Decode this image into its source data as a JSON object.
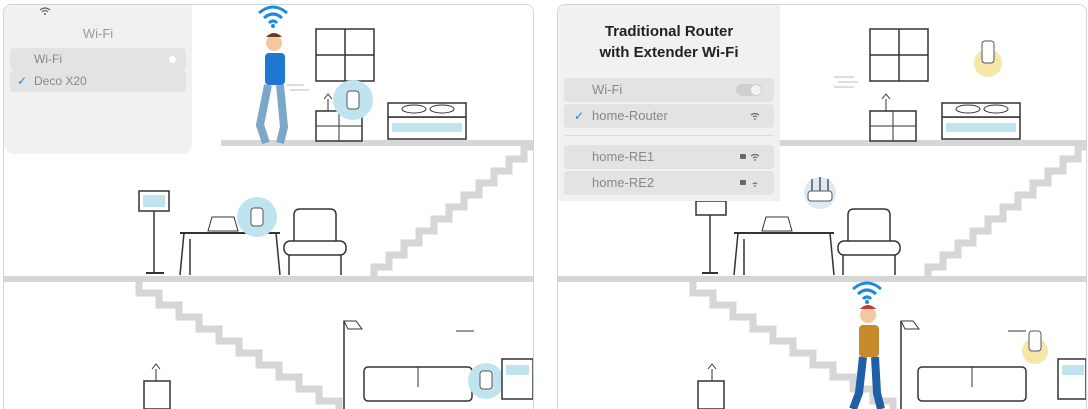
{
  "left_panel": {
    "menu": {
      "title": "Wi-Fi",
      "items": [
        {
          "label": "Wi-Fi",
          "checked": false
        },
        {
          "label": "Deco X20",
          "checked": true
        }
      ]
    }
  },
  "right_panel": {
    "menu": {
      "title_line1": "Traditional Router",
      "title_line2": "with Extender Wi-Fi",
      "toggle_label": "Wi-Fi",
      "connected": {
        "label": "home-Router",
        "checked": true
      },
      "others": [
        {
          "label": "home-RE1"
        },
        {
          "label": "home-RE2"
        }
      ]
    }
  },
  "colors": {
    "accent": "#1b8be0",
    "wifi_glow": "#bfe4f0",
    "person_shirt_left": "#1f77d0",
    "person_shirt_right": "#c98a2e",
    "extender_glow": "#f5e7a8"
  },
  "icons": [
    "wifi-icon",
    "lock-icon",
    "checkmark-icon",
    "toggle-switch"
  ]
}
